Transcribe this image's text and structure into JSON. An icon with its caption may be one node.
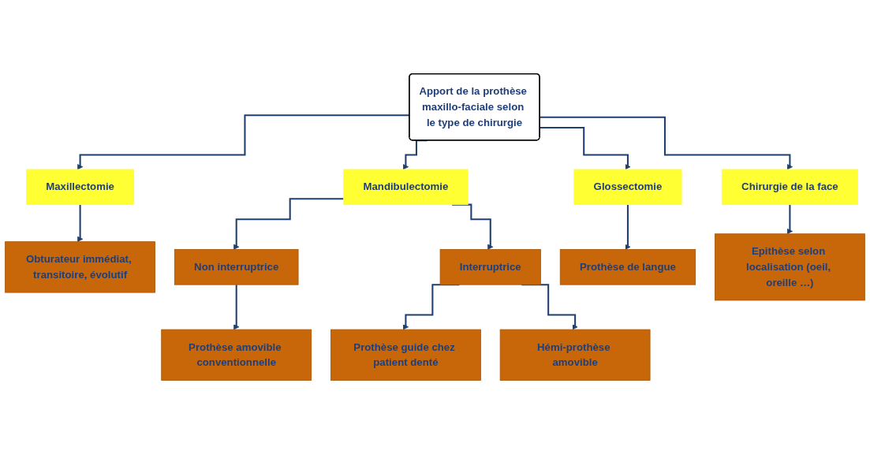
{
  "diagram": {
    "nodes": [
      {
        "text": [
          "Apport de la prothèse maxillo-faciale selon le type de chirurgie"
        ]
      },
      {
        "text": [
          "Maxillectomie"
        ]
      },
      {
        "text": [
          "Mandibulectomie"
        ]
      },
      {
        "text": [
          "Glossectomie"
        ]
      },
      {
        "text": [
          "Chirurgie de la face"
        ]
      },
      {
        "text": [
          "Obturateur immédiat, transitoire, évolutif"
        ]
      },
      {
        "text": [
          "Non interruptrice"
        ]
      },
      {
        "text": [
          "Interruptrice"
        ]
      },
      {
        "text": [
          "Prothèse amovible conventionnelle"
        ]
      },
      {
        "text": [
          "Prothèse guide chez patient denté"
        ]
      },
      {
        "text": [
          "Hémi-prothèse amovible"
        ]
      },
      {
        "text": [
          "Prothèse de langue"
        ]
      },
      {
        "text": [
          "Epithèse selon localisation (oeil, oreille …)"
        ]
      }
    ],
    "edges": [
      {
        "from": 0,
        "to": 1,
        "arrow": "to"
      },
      {
        "from": 0,
        "to": 2,
        "arrow": "to"
      },
      {
        "from": 0,
        "to": 3,
        "arrow": "to"
      },
      {
        "from": 0,
        "to": 4,
        "arrow": "to"
      },
      {
        "from": 1,
        "to": 5,
        "arrow": "to"
      },
      {
        "from": 2,
        "to": 6,
        "arrow": "to"
      },
      {
        "from": 2,
        "to": 7,
        "arrow": "to"
      },
      {
        "from": 6,
        "to": 8,
        "arrow": "to"
      },
      {
        "from": 7,
        "to": 9,
        "arrow": "to"
      },
      {
        "from": 7,
        "to": 10,
        "arrow": "to"
      },
      {
        "from": 3,
        "to": 11,
        "arrow": "to"
      },
      {
        "from": 4,
        "to": 12,
        "arrow": "to"
      }
    ]
  }
}
